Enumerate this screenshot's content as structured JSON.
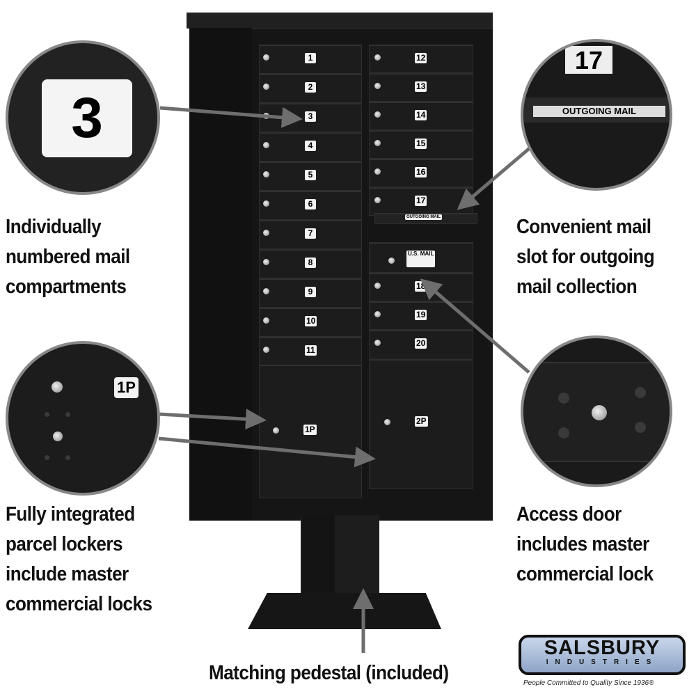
{
  "captions": {
    "numbered": [
      "Individually",
      "numbered mail",
      "compartments"
    ],
    "slot": [
      "Convenient mail",
      "slot for outgoing",
      "mail collection"
    ],
    "parcel": [
      "Fully integrated",
      "parcel lockers",
      "include master",
      "commercial locks"
    ],
    "access": [
      "Access door",
      "includes master",
      "commercial lock"
    ],
    "pedestal": "Matching pedestal (included)"
  },
  "left_doors": [
    "1",
    "2",
    "3",
    "4",
    "5",
    "6",
    "7",
    "8",
    "9",
    "10",
    "11"
  ],
  "right_doors_top": [
    "12",
    "13",
    "14",
    "15",
    "16",
    "17"
  ],
  "right_doors_bottom": [
    "18",
    "19",
    "20"
  ],
  "parcel_lockers": [
    "1P",
    "2P"
  ],
  "outgoing_label": "OUTGOING MAIL",
  "usmail_label": "U.S. MAIL",
  "zoom_numbered": "3",
  "zoom_slot_number": "17",
  "zoom_parcel": "1P",
  "logo": {
    "brand": "SALSBURY",
    "sub": "INDUSTRIES",
    "tagline": "People Committed to Quality Since 1936®"
  },
  "colors": {
    "cabinet": "#1a1a1a",
    "arrow": "#6e6e6e"
  }
}
